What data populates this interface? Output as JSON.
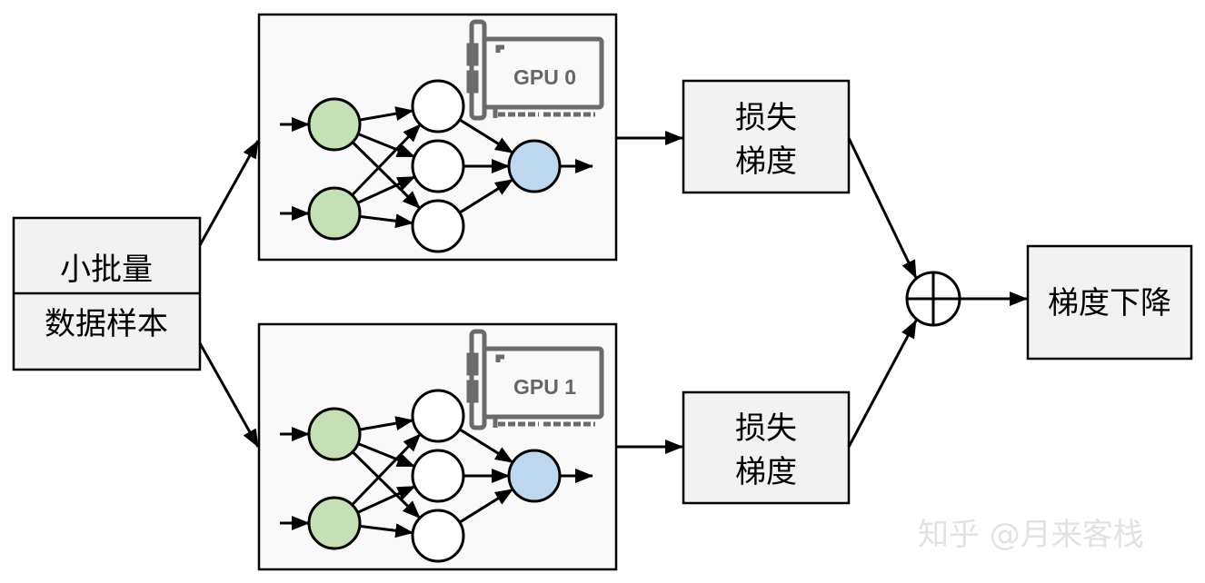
{
  "input_box": {
    "line1": "小批量",
    "line2": "数据样本"
  },
  "gpus": [
    {
      "label": "GPU 0"
    },
    {
      "label": "GPU 1"
    }
  ],
  "loss_boxes": [
    {
      "line1": "损失",
      "line2": "梯度"
    },
    {
      "line1": "损失",
      "line2": "梯度"
    }
  ],
  "output_box": {
    "label": "梯度下降"
  },
  "watermark": "知乎 @月来客栈",
  "colors": {
    "input_node": "#c5e0b4",
    "output_node": "#bdd7ee",
    "gpu_icon": "#6b6b6b",
    "box_fill": "#f2f2f2"
  }
}
